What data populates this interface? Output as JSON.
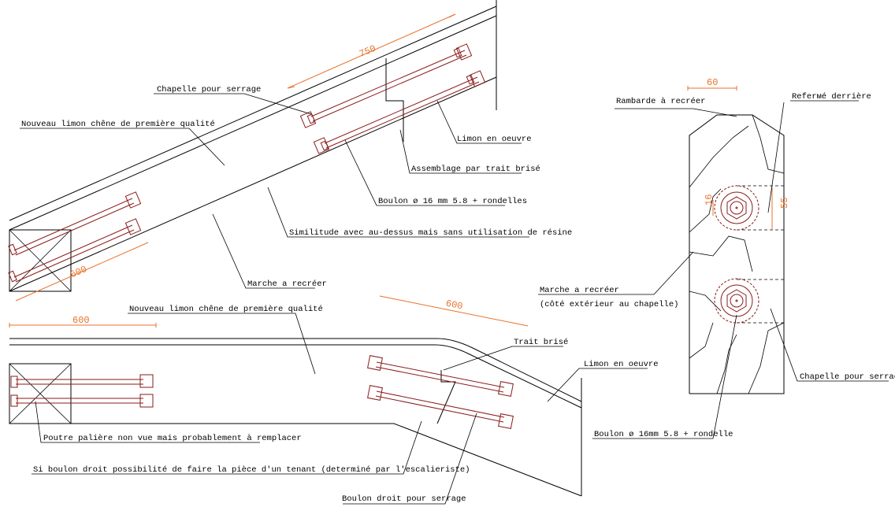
{
  "labels": {
    "chapelle_serrage_top": "Chapelle pour serrage",
    "nouveau_limon_top": "Nouveau limon chêne de première qualité",
    "limon_oeuvre_top": "Limon en oeuvre",
    "assemblage": "Assemblage par trait brisé",
    "boulon_top": "Boulon ø 16 mm 5.8 + rondelles",
    "similitude": "Similitude avec au-dessus mais sans utilisation de résine",
    "marche_top": "Marche a recréer",
    "nouveau_limon_bottom": "Nouveau limon chêne de première qualité",
    "trait_brise": "Trait brisé",
    "limon_oeuvre_bottom": "Limon en oeuvre",
    "poutre": "Poutre palière non vue mais probablement à remplacer",
    "si_boulon": "Si boulon droit possibilité de faire la pièce d'un tenant (determiné par l'escalieriste)",
    "boulon_droit": "Boulon droit pour serrage",
    "rambarde": "Rambarde à recréer",
    "referme": "Referмé derrière",
    "marche_right": "Marche a recréer",
    "marche_right_sub": "(côté extérieur au chapelle)",
    "chapelle_right": "Chapelle pour serrage",
    "boulon_right": "Boulon ø 16mm 5.8 + rondelle"
  },
  "dimensions": {
    "top_750": "750",
    "top_600_left": "600",
    "bottom_600_left": "600",
    "bottom_600_right": "600",
    "right_60": "60",
    "right_16": "16",
    "right_55": "55"
  },
  "colors": {
    "dimension": "#e8722c",
    "bolt": "#8b1a1a",
    "line": "#000000"
  }
}
